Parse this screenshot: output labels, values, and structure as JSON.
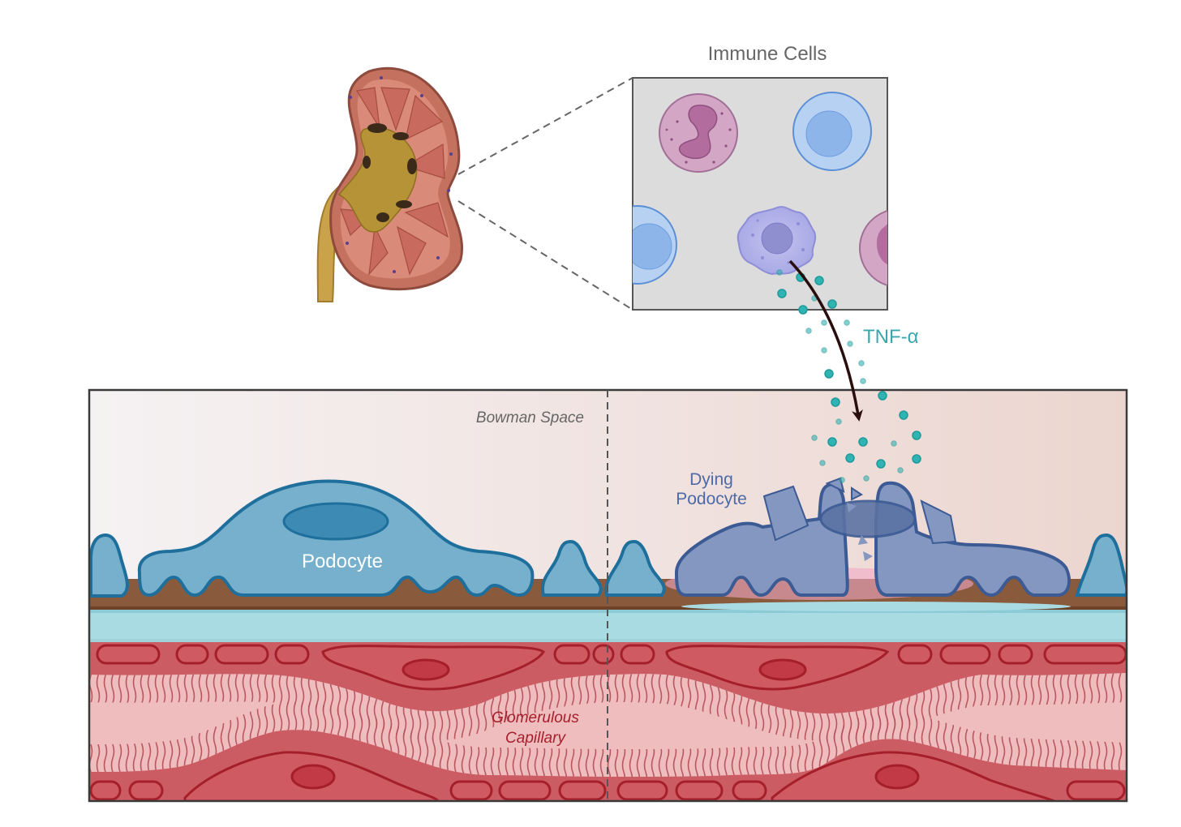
{
  "labels": {
    "immune_cells": "Immune Cells",
    "tnf": "TNF-α",
    "bowman_space": "Bowman Space",
    "podocyte": "Podocyte",
    "dying_podocyte_line1": "Dying",
    "dying_podocyte_line2": "Podocyte",
    "capillary_line1": "Glomerulous",
    "capillary_line2": "Capillary"
  },
  "colors": {
    "podocyte_fill": "#76b0cc",
    "podocyte_stroke": "#1f6f9c",
    "dying_fill": "#8397c0",
    "dying_stroke": "#3c5a93",
    "tnf_particle": "#2fb3b3",
    "tnf_text": "#3aa7ad",
    "capillary_red": "#c8454f",
    "capillary_dark": "#a51f2b",
    "basement_brown": "#8a5a3c",
    "gbm_blue": "#a9dbe3"
  },
  "icons": [
    "kidney-icon",
    "neutrophil-icon",
    "lymphocyte-icon",
    "macrophage-icon",
    "arrow-icon"
  ]
}
